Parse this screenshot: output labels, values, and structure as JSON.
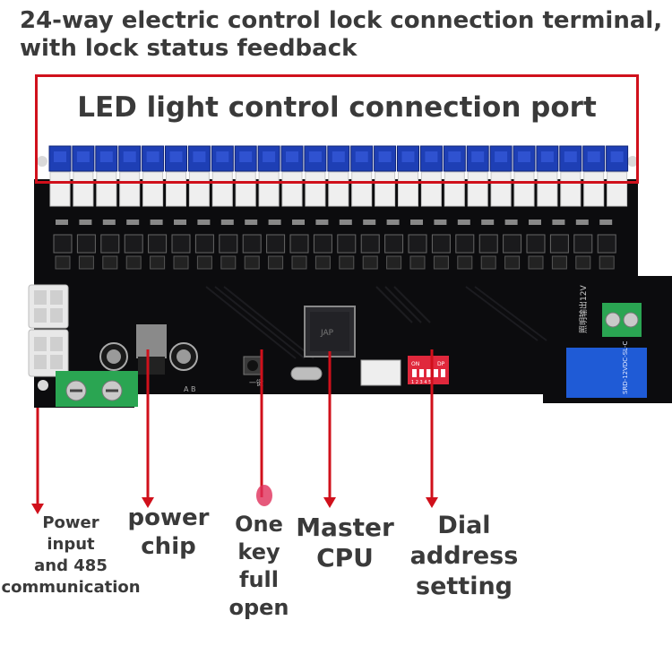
{
  "title": {
    "line1": "24-way electric control lock connection terminal,",
    "line2": "with lock status feedback"
  },
  "header_box": {
    "label": "LED light control connection port"
  },
  "callouts": {
    "power": {
      "line1": "Power",
      "line2": "input",
      "line3": "and 485",
      "line4": "communication"
    },
    "chip": {
      "line1": "power",
      "line2": "chip"
    },
    "onekey": {
      "line1": "One",
      "line2": "key",
      "line3": "full",
      "line4": "open"
    },
    "cpu": {
      "line1": "Master",
      "line2": "CPU"
    },
    "dial": {
      "line1": "Dial",
      "line2": "address",
      "line3": "setting"
    }
  },
  "board": {
    "channel_count": 24,
    "connector_count": 25,
    "dip_label_on": "ON",
    "dip_label_dp": "DP",
    "dip_positions": "1 2 3 4 5",
    "output_label": "照明输出12V",
    "relay_text": "SRD-12VDC-SL-C",
    "button_text": "一键",
    "ab_text": "A B",
    "chip_text": "JAP"
  },
  "colors": {
    "accent_red": "#d0101b",
    "board_black": "#0c0c0e",
    "connector_blue": "#1e3fb5",
    "connector_white": "#efefef",
    "terminal_green": "#2aa552",
    "relay_blue": "#1f5bd6",
    "dip_red": "#e0283c"
  }
}
